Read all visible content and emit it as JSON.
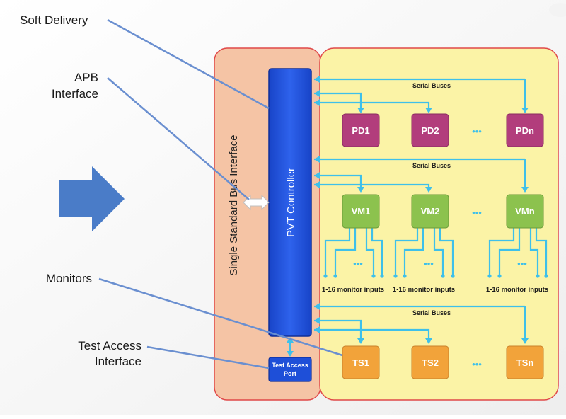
{
  "callouts": {
    "soft_delivery": "Soft Delivery",
    "apb_line1": "APB",
    "apb_line2": "Interface",
    "monitors": "Monitors",
    "test_access_line1": "Test Access",
    "test_access_line2": "Interface"
  },
  "panel": {
    "label": "Single Standard Bus Interface"
  },
  "controller": {
    "label": "PVT Controller"
  },
  "test_access_port": {
    "line1": "Test Access",
    "line2": "Port"
  },
  "bus_label": "Serial Buses",
  "ellipsis": "•••",
  "monitor_inputs_label": "1-16 monitor inputs",
  "rows": {
    "pd": {
      "color": "#b23d7c",
      "blocks": [
        "PD1",
        "PD2",
        "PDn"
      ]
    },
    "vm": {
      "color": "#8cc24e",
      "blocks": [
        "VM1",
        "VM2",
        "VMn"
      ]
    },
    "ts": {
      "color": "#f2a33a",
      "blocks": [
        "TS1",
        "TS2",
        "TSn"
      ]
    }
  },
  "colors": {
    "left_panel": "#f5c4a5",
    "right_panel": "#fbf3a6",
    "controller": "#1e4fd8",
    "bus_lines": "#3ec0ea",
    "arrow": "#4a7cc8"
  }
}
